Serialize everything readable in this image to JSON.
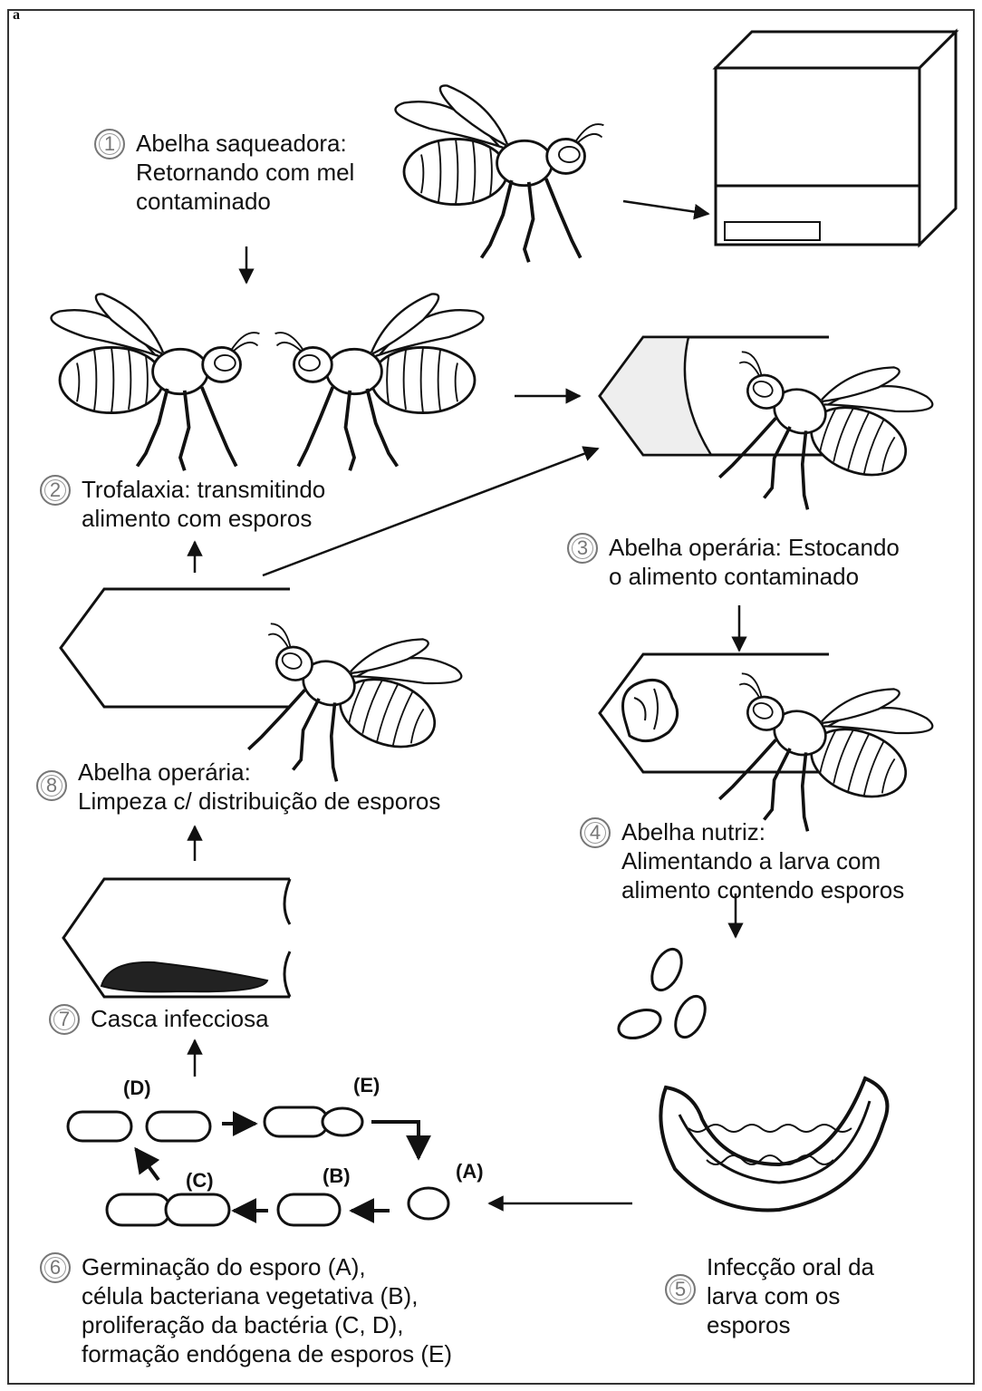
{
  "corner_mark": "a",
  "stages": [
    {
      "number": "1",
      "lines": [
        "Abelha saqueadora:",
        "Retornando com mel",
        "contaminado"
      ]
    },
    {
      "number": "2",
      "lines": [
        "Trofalaxia: transmitindo",
        "alimento com esporos"
      ]
    },
    {
      "number": "3",
      "lines": [
        "Abelha operária: Estocando",
        "o alimento contaminado"
      ]
    },
    {
      "number": "4",
      "lines": [
        "Abelha nutriz:",
        "Alimentando a larva com",
        "alimento contendo esporos"
      ]
    },
    {
      "number": "5",
      "lines": [
        "Infecção oral da",
        "larva com os",
        "esporos"
      ]
    },
    {
      "number": "6",
      "lines": [
        "Germinação do esporo (A),",
        "célula bacteriana vegetativa (B),",
        "proliferação da bactéria (C, D),",
        "formação endógena de esporos (E)"
      ]
    },
    {
      "number": "7",
      "lines": [
        "Casca infecciosa"
      ]
    },
    {
      "number": "8",
      "lines": [
        "Abelha operária:",
        "Limpeza c/ distribuição de esporos"
      ]
    }
  ],
  "cycle_letters": [
    "(A)",
    "(B)",
    "(C)",
    "(D)",
    "(E)"
  ],
  "icons": [
    "bee",
    "hive-box",
    "honeycomb-cell",
    "larva",
    "spore",
    "bacterium",
    "arrow"
  ]
}
